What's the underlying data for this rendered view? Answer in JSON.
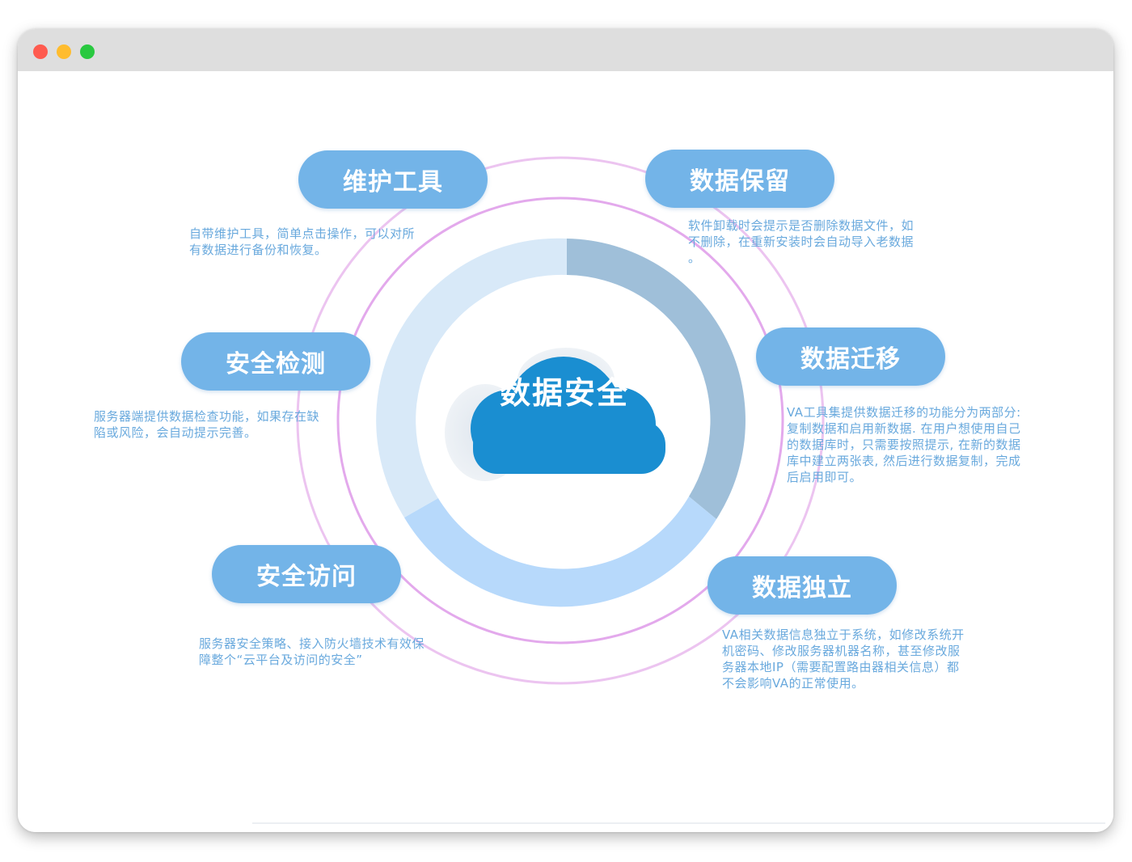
{
  "window": {
    "controls": {
      "close_color": "#ff5b4f",
      "minimize_color": "#ffbc2e",
      "maximize_color": "#29c940"
    }
  },
  "center": {
    "title": "数据安全"
  },
  "features": [
    {
      "title": "维护工具",
      "description": "自带维护工具，简单点击操作，可以对所\n有数据进行备份和恢复。"
    },
    {
      "title": "数据保留",
      "description": "软件卸载时会提示是否删除数据文件，如\n不删除，在重新安装时会自动导入老数据\n。"
    },
    {
      "title": "安全检测",
      "description": "服务器端提供数据检查功能，如果存在缺\n陷或风险，会自动提示完善。"
    },
    {
      "title": "数据迁移",
      "description": "VA工具集提供数据迁移的功能分为两部分:\n复制数据和启用新数据. 在用户想使用自己\n的数据库时，只需要按照提示, 在新的数据\n库中建立两张表, 然后进行数据复制，完成\n后启用即可。"
    },
    {
      "title": "安全访问",
      "description": "服务器安全策略、接入防火墙技术有效保\n障整个“云平台及访问的安全”"
    },
    {
      "title": "数据独立",
      "description": "VA相关数据信息独立于系统，如修改系统开\n机密码、修改服务器机器名称，甚至修改服\n务器本地IP（需要配置路由器相关信息）都\n不会影响VA的正常使用。"
    }
  ],
  "colors": {
    "pill": "#73b4e8",
    "description_text": "#69a9dd",
    "cloud": "#1a8ed1",
    "ring_outline": "#e3a9ec",
    "donut_dark": "#9fbfd9",
    "donut_light": "#d8e9f8",
    "donut_mid": "#b7d9fb"
  }
}
